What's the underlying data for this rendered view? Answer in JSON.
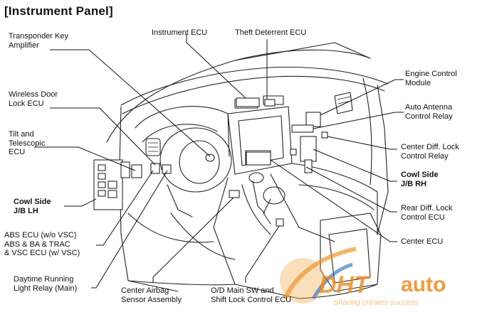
{
  "title": "[Instrument Panel]",
  "labels": {
    "transponder": "Transponder Key\nAmplifier",
    "instrument_ecu": "Instrument ECU",
    "theft_ecu": "Theft Deterrent ECU",
    "engine_control": "Engine Control\nModule",
    "auto_antenna": "Auto Antenna\nControl Relay",
    "wireless_door": "Wireless Door\nLock ECU",
    "tilt_telescopic": "Tilt and\nTelescopic\nECU",
    "center_diff": "Center Diff. Lock\nControl Relay",
    "cowl_rh": "Cowl Side\nJ/B RH",
    "cowl_lh": "Cowl Side\nJ/B LH",
    "rear_diff": "Rear Diff. Lock\nControl ECU",
    "abs_ecu": "ABS ECU (w/o VSC)\nABS & BA & TRAC\n& VSC ECU (w/ VSC)",
    "center_ecu": "Center ECU",
    "daytime_relay": "Daytime Running\nLight Relay (Main)",
    "airbag_sensor": "Center Airbag\nSensor Assembly",
    "od_main": "O/D Main SW and\nShift Lock Control ECU"
  },
  "watermark": {
    "brand_left": "DHT",
    "brand_right": "auto",
    "tagline": "Sharing creates success",
    "color_orange": "#f08a1a",
    "color_blue": "#2e6fc2"
  }
}
